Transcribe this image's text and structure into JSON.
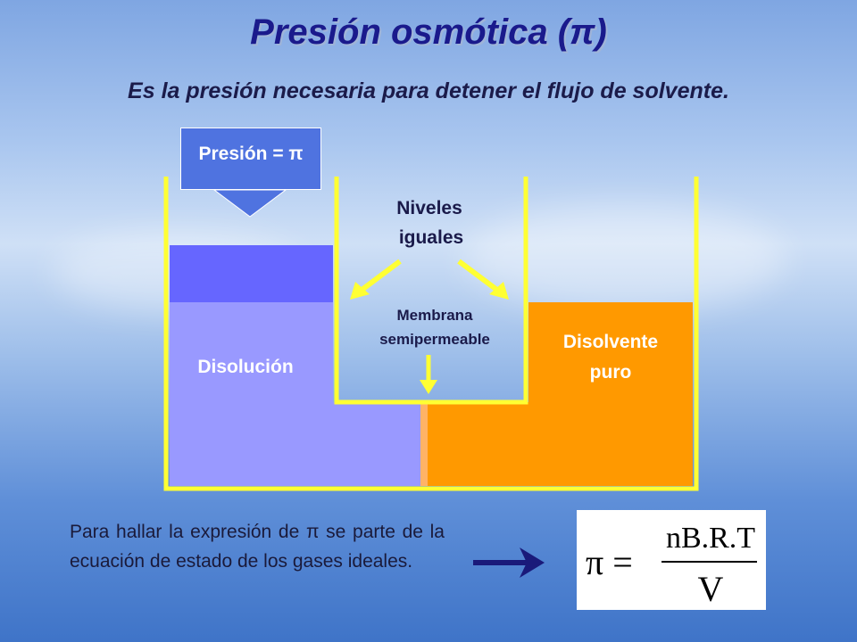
{
  "title": "Presión osmótica (π)",
  "subtitle": "Es la presión necesaria para detener el flujo de solvente.",
  "diagram": {
    "pressure_label": "Presión = π",
    "equal_levels_line1": "Niveles",
    "equal_levels_line2": "iguales",
    "membrane_line1": "Membrana",
    "membrane_line2": "semipermeable",
    "solution_label": "Disolución",
    "solvent_line1": "Disolvente",
    "solvent_line2": "puro",
    "colors": {
      "solution_light": "#9999ff",
      "solution_dark": "#6666ff",
      "solvent": "#ff9900",
      "container": "#ffff33",
      "arrow": "#ffff33"
    }
  },
  "note": "Para hallar la expresión de π se parte de la ecuación de estado de los gases ideales.",
  "formula": {
    "lhs": "π =",
    "numerator": "nB.R.T",
    "denominator": "V"
  }
}
